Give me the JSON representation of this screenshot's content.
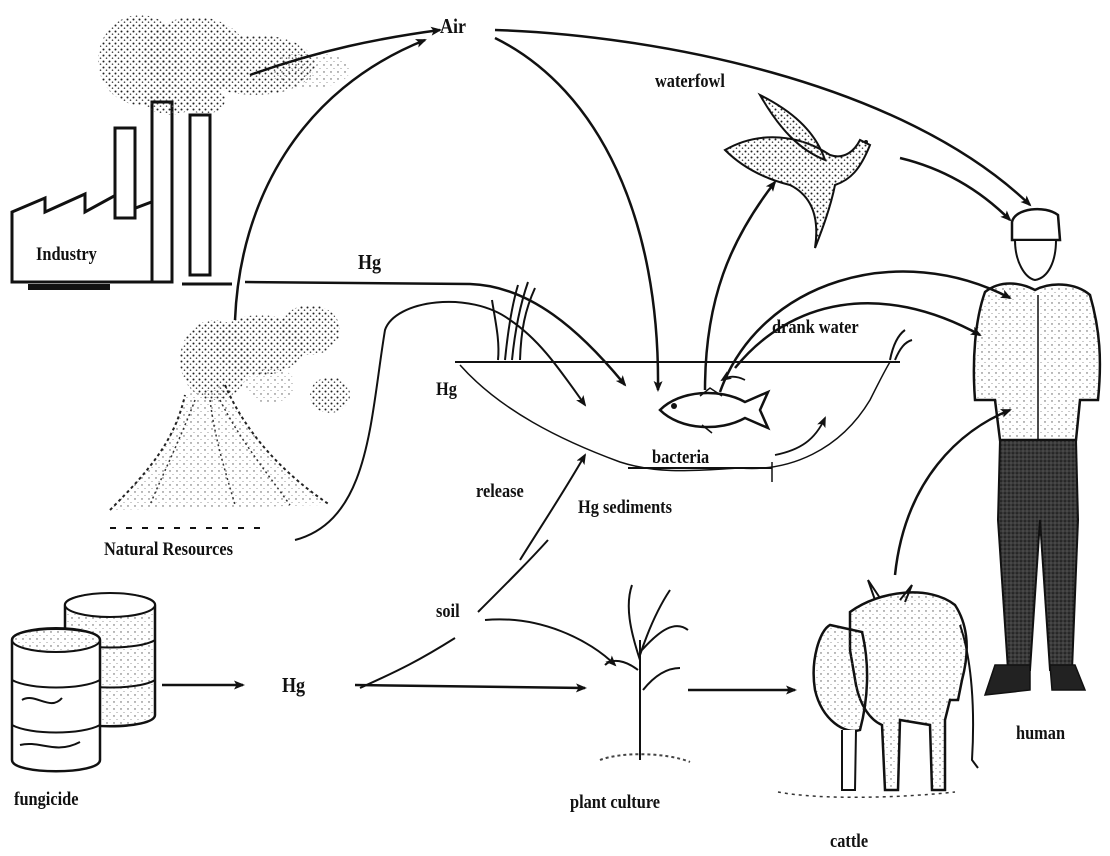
{
  "labels": {
    "air": "Air",
    "waterfowl": "waterfowl",
    "industry": "Industry",
    "hg_top": "Hg",
    "drank_water": "drank water",
    "hg_left": "Hg",
    "bacteria": "bacteria",
    "release": "release",
    "hg_sediments": "Hg sediments",
    "natural_resources": "Natural Resources",
    "soil": "soil",
    "hg_bottom": "Hg",
    "fungicide": "fungicide",
    "plant_culture": "plant culture",
    "human": "human",
    "cattle": "cattle"
  },
  "colors": {
    "ink": "#111111",
    "paper": "#ffffff",
    "shade": "#555555"
  }
}
